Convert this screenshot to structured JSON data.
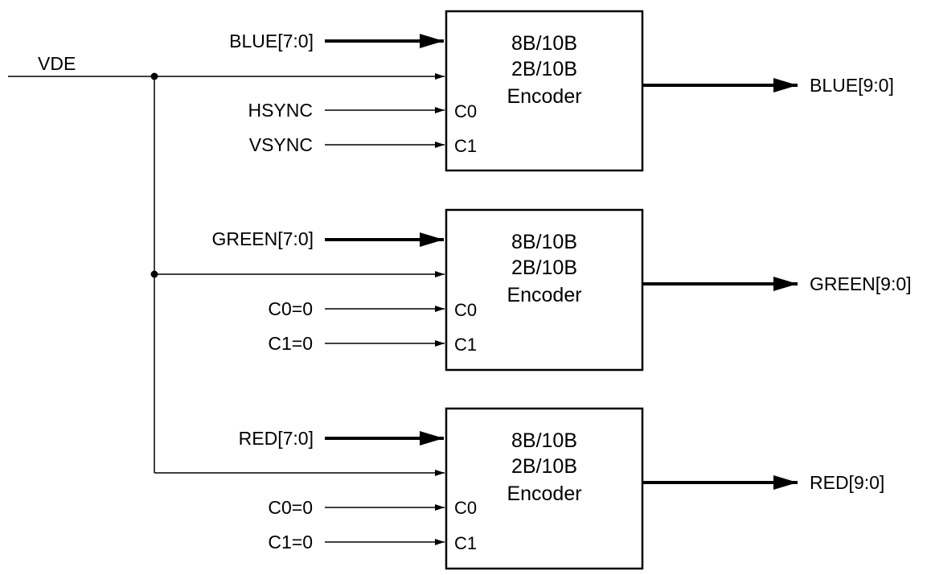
{
  "vde": {
    "label": "VDE"
  },
  "encoders": [
    {
      "id": "blue",
      "input_label": "BLUE[7:0]",
      "output_label": "BLUE[9:0]",
      "c0_input": "HSYNC",
      "c1_input": "VSYNC",
      "title_lines": [
        "8B/10B",
        "2B/10B",
        "Encoder"
      ],
      "port_c0": "C0",
      "port_c1": "C1"
    },
    {
      "id": "green",
      "input_label": "GREEN[7:0]",
      "output_label": "GREEN[9:0]",
      "c0_input": "C0=0",
      "c1_input": "C1=0",
      "title_lines": [
        "8B/10B",
        "2B/10B",
        "Encoder"
      ],
      "port_c0": "C0",
      "port_c1": "C1"
    },
    {
      "id": "red",
      "input_label": "RED[7:0]",
      "output_label": "RED[9:0]",
      "c0_input": "C0=0",
      "c1_input": "C1=0",
      "title_lines": [
        "8B/10B",
        "2B/10B",
        "Encoder"
      ],
      "port_c0": "C0",
      "port_c1": "C1"
    }
  ]
}
